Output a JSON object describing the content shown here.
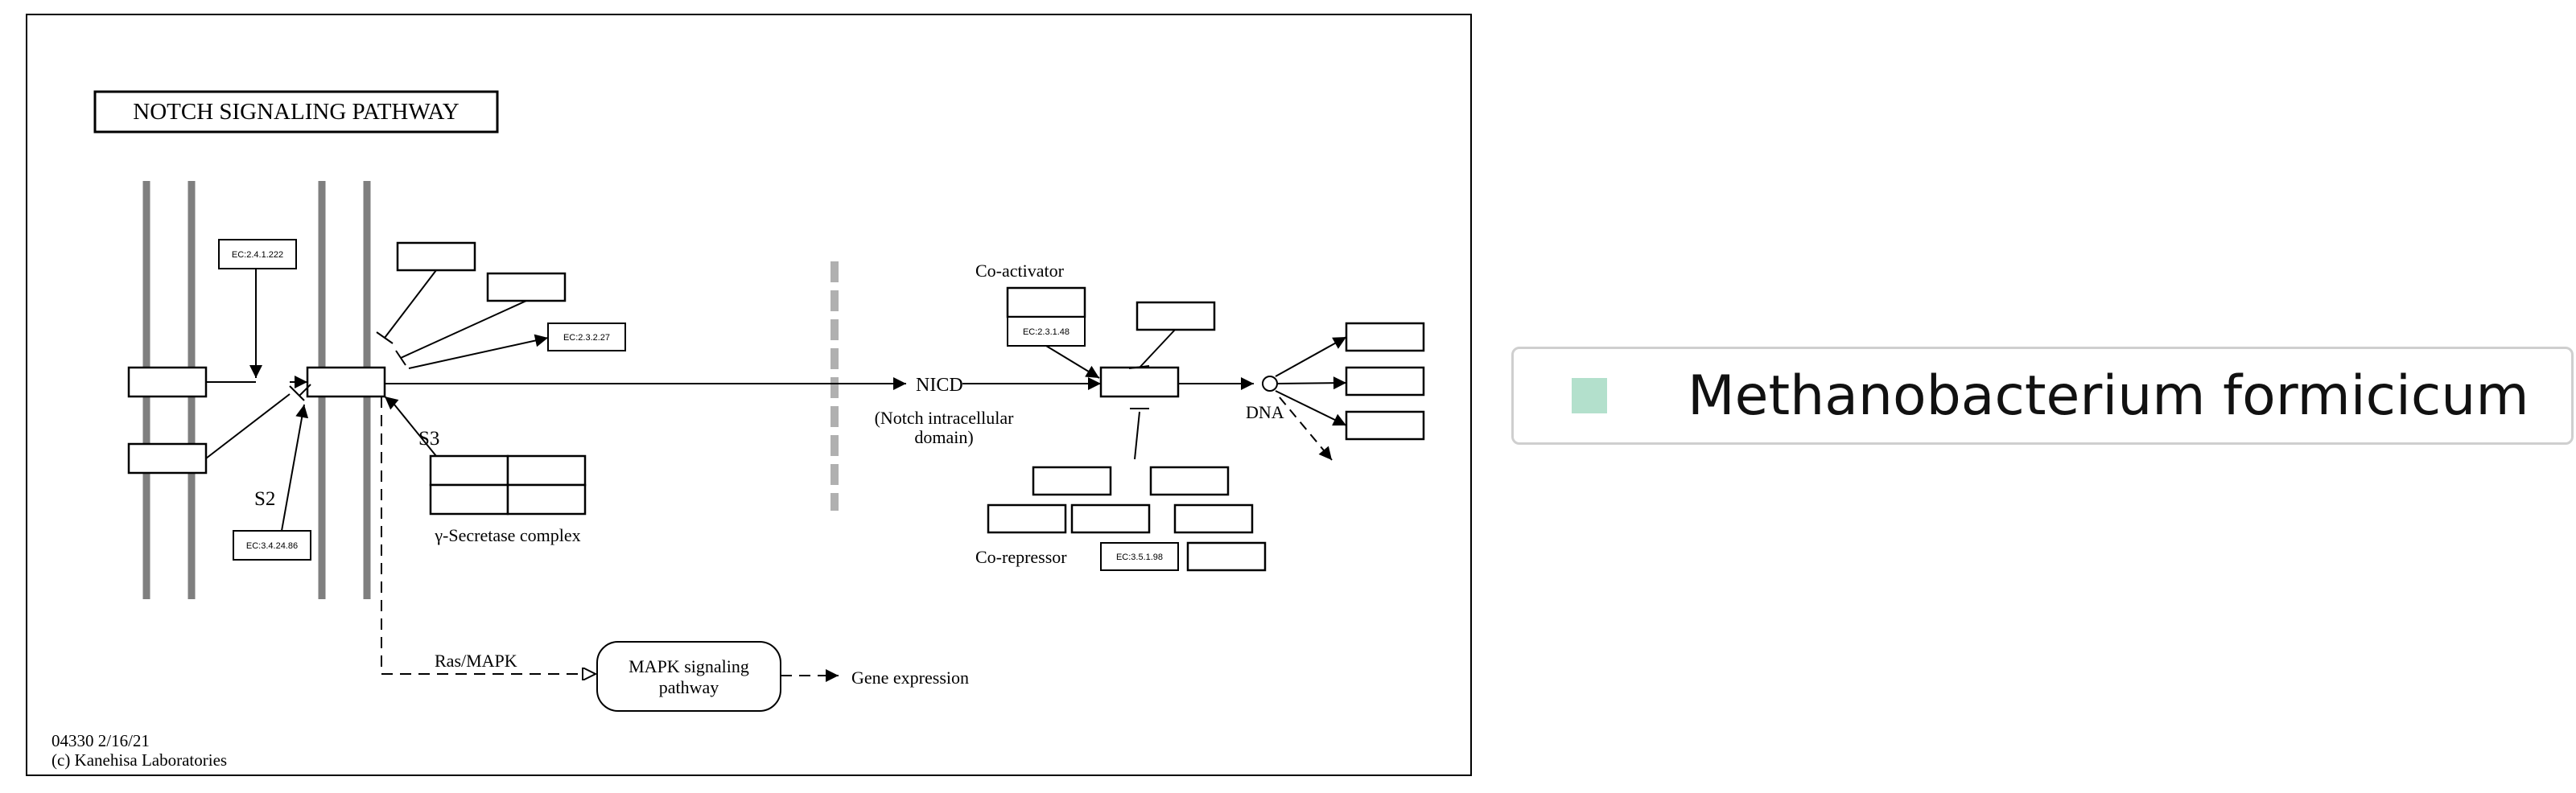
{
  "title": "NOTCH SIGNALING PATHWAY",
  "ec_numbers": {
    "ec_2_4_1_222": "EC:2.4.1.222",
    "ec_2_3_2_27": "EC:2.3.2.27",
    "ec_3_4_24_86": "EC:3.4.24.86",
    "ec_2_3_1_48": "EC:2.3.1.48",
    "ec_3_5_1_98": "EC:3.5.1.98"
  },
  "labels": {
    "s2": "S2",
    "s3": "S3",
    "gamma_secretase": "γ-Secretase complex",
    "nicd": "NICD",
    "nicd_desc_line1": "(Notch intracellular",
    "nicd_desc_line2": "domain)",
    "co_activator": "Co-activator",
    "co_repressor": "Co-repressor",
    "dna": "DNA",
    "ras_mapk": "Ras/MAPK",
    "mapk_line1": "MAPK signaling",
    "mapk_line2": "pathway",
    "gene_expression": "Gene expression"
  },
  "footer": {
    "map_id_date": "04330 2/16/21",
    "copyright": "(c) Kanehisa Laboratories"
  },
  "legend": {
    "organism": "Methanobacterium formicicum",
    "swatch_color": "#b3e0cc"
  },
  "colors": {
    "membrane": "#7f7f7f",
    "line": "#000000"
  }
}
